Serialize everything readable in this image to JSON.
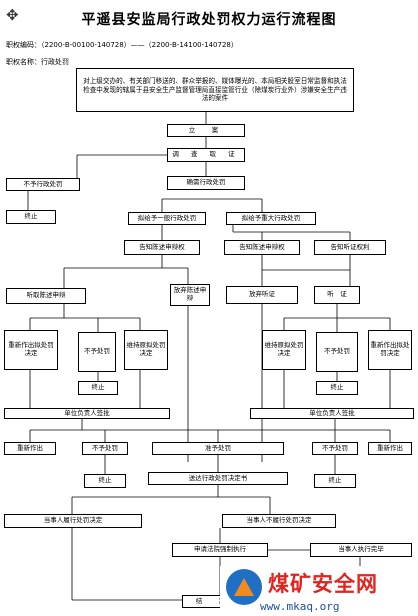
{
  "title": "平遥县安监局行政处罚权力运行流程图",
  "code_line": "职权编码：（2200-B-00100-140728）——（2200-B-14100-140728）",
  "name_line": "职权名称：行政处罚",
  "boxes": {
    "intro": "对上级交办的、有关部门移送的、群众举报的、媒体曝光的、本局相关股室日常监督和执法检查中发现的辖属于县安全生产监督管理局直接监管行业（除煤炭行业外）涉嫌安全生产违法的案件",
    "lian": "立　案",
    "diaocha": "调 查 取 证",
    "buxu": "不予行政处罚",
    "queding": "确需行政处罚",
    "zhongzhi1": "终止",
    "yiban": "拟给予一般行政处罚",
    "zhongda": "拟给予重大行政处罚",
    "gaozhi_l": "告知陈述申辩权",
    "gaozhi_m": "告知陈述申辩权",
    "gaozhi_t": "告知听证权利",
    "tingqu": "听取陈述申辩",
    "fangqi_cs": "放弃陈述申辩",
    "fangqi_tz": "放弃听证",
    "tingzheng": "听　证",
    "chongxin_l": "重新作出拟处罚决定",
    "buyu_l": "不予处罚",
    "weichi_l": "维持原拟处罚决定",
    "weichi_r": "维持原拟处罚决定",
    "buyu_r": "不予处罚",
    "chongxin_r": "重新作出拟处罚决定",
    "zhongzhi2": "终止",
    "zhongzhi3": "终止",
    "qianpi_l": "单位负责人签批",
    "qianpi_r": "单位负责人签批",
    "chongzuo_l": "重新作出",
    "buyu2_l": "不予处罚",
    "zhunyu": "准予处罚",
    "buyu2_r": "不予处罚",
    "chongzuo_r": "重新作出",
    "zhongzhi4": "终止",
    "zhongzhi5": "终止",
    "songda": "送达行政处罚决定书",
    "lvxing": "当事人履行处罚决定",
    "bulvxing": "当事人不履行处罚决定",
    "shenqing": "申请法院强制执行",
    "zhixing": "当事人执行完毕",
    "jiean": "结　案"
  },
  "watermark": {
    "brand": "煤矿安全网",
    "url": "www.mkaq.org",
    "badge_color": "#1f6fc5",
    "text_color": "#e3231f"
  }
}
